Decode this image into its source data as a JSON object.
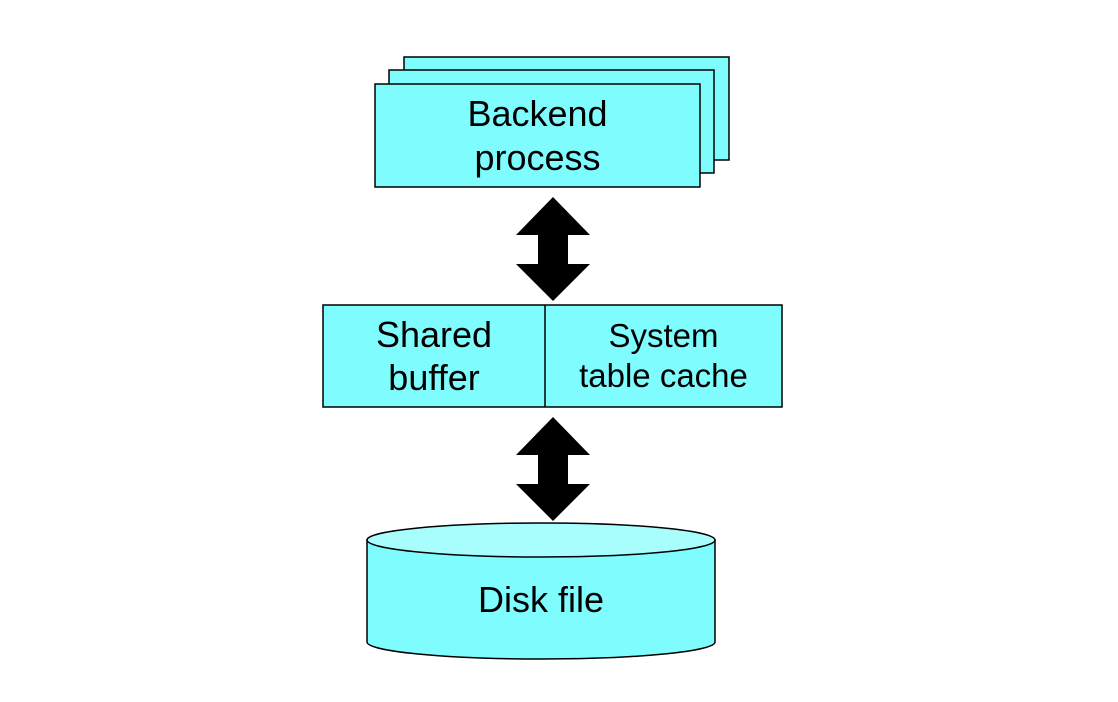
{
  "diagram": {
    "backend_process": {
      "label": "Backend\nprocess"
    },
    "shared_buffer": {
      "label": "Shared\nbuffer"
    },
    "system_table_cache": {
      "label": "System\ntable cache"
    },
    "disk_file": {
      "label": "Disk file"
    }
  },
  "colors": {
    "box_fill": "#7ffcfd",
    "disk_top": "#a8fdfd",
    "stroke": "#000000",
    "arrow": "#000000"
  }
}
